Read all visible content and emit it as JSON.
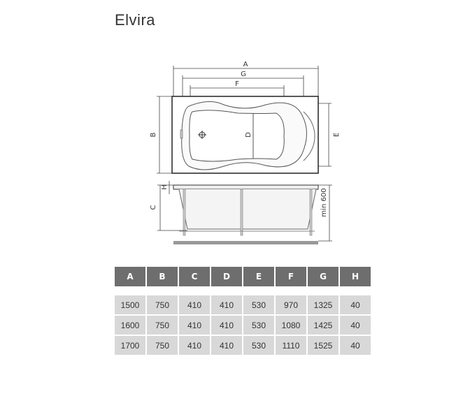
{
  "title": "Elvira",
  "diagram": {
    "labels": {
      "A": "A",
      "G": "G",
      "F": "F",
      "B": "B",
      "D": "D",
      "E": "E",
      "H": "H",
      "C": "C",
      "min": "min 600"
    }
  },
  "table": {
    "headers": [
      "A",
      "B",
      "C",
      "D",
      "E",
      "F",
      "G",
      "H"
    ],
    "rows": [
      [
        "1500",
        "750",
        "410",
        "410",
        "530",
        "970",
        "1325",
        "40"
      ],
      [
        "1600",
        "750",
        "410",
        "410",
        "530",
        "1080",
        "1425",
        "40"
      ],
      [
        "1700",
        "750",
        "410",
        "410",
        "530",
        "1110",
        "1525",
        "40"
      ]
    ]
  }
}
